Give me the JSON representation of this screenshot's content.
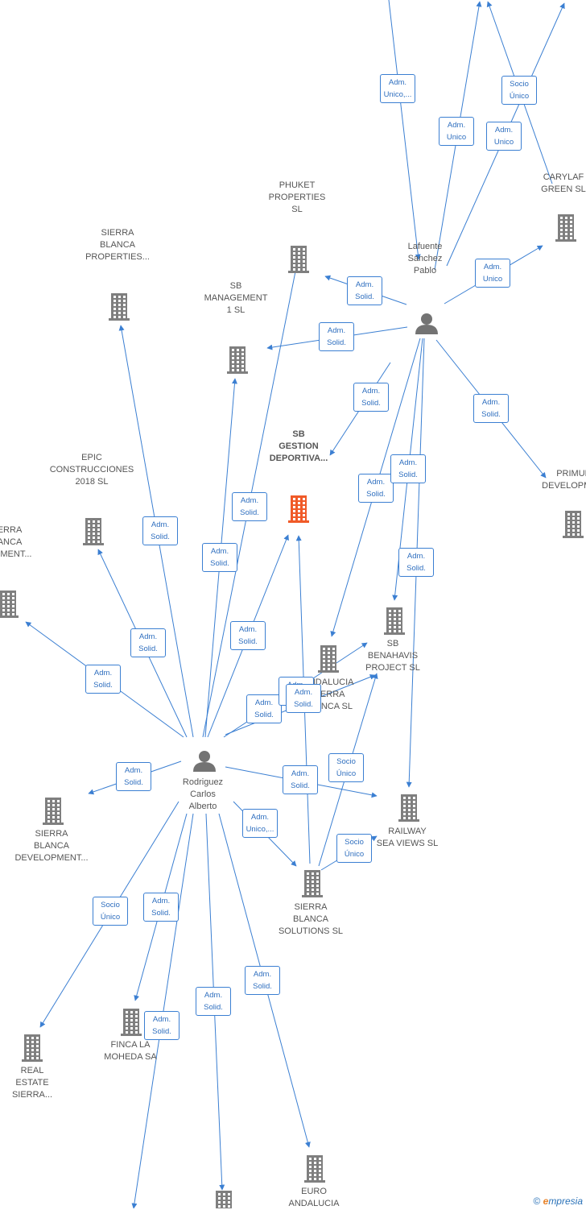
{
  "colors": {
    "edge": "#3b7fd2",
    "company": "#7f7f7f",
    "main_company": "#f05a28",
    "person": "#737373",
    "label": "#555555"
  },
  "nodes": [
    {
      "id": "sb-gestion-deportiva",
      "type": "main-company",
      "label": "SB\nGESTION\nDEPORTIVA..."
    },
    {
      "id": "lafuente-sanchez-pablo",
      "type": "person",
      "label": "Lafuente\nSanchez\nPablo"
    },
    {
      "id": "rodriguez-carlos-alberto",
      "type": "person",
      "label": "Rodriguez\nCarlos\nAlberto"
    },
    {
      "id": "phuket-properties",
      "type": "company",
      "label": "PHUKET\nPROPERTIES\nSL"
    },
    {
      "id": "sierra-blanca-properties",
      "type": "company",
      "label": "SIERRA\nBLANCA\nPROPERTIES..."
    },
    {
      "id": "sb-management-1",
      "type": "company",
      "label": "SB\nMANAGEMENT\n1 SL"
    },
    {
      "id": "carylaf-green",
      "type": "company",
      "label": "CARYLAF\nGREEN SL"
    },
    {
      "id": "primul-development",
      "type": "company",
      "label": "PRIMUL\nDEVELOPME..."
    },
    {
      "id": "epic-construcciones",
      "type": "company",
      "label": "EPIC\nCONSTRUCCIONES\n2018 SL"
    },
    {
      "id": "sierra-blanca-development-left",
      "type": "company",
      "label": "ERRA\nANCA\nOPMENT..."
    },
    {
      "id": "andalucia-sierra-blanca",
      "type": "company",
      "label": "ANDALUCIA\nSIERRA\nBLANCA SL"
    },
    {
      "id": "sb-benahavis-project",
      "type": "company",
      "label": "SB\nBENAHAVIS\nPROJECT SL"
    },
    {
      "id": "sierra-blanca-development",
      "type": "company",
      "label": "SIERRA\nBLANCA\nDEVELOPMENT..."
    },
    {
      "id": "railway-sea-views",
      "type": "company",
      "label": "RAILWAY\nSEA VIEWS SL"
    },
    {
      "id": "sierra-blanca-solutions",
      "type": "company",
      "label": "SIERRA\nBLANCA\nSOLUTIONS SL"
    },
    {
      "id": "real-estate-sierra",
      "type": "company",
      "label": "REAL\nESTATE\nSIERRA..."
    },
    {
      "id": "finca-la-moheda",
      "type": "company",
      "label": "FINCA LA\nMOHEDA SA"
    },
    {
      "id": "euro-andalucia",
      "type": "company",
      "label": "EURO\nANDALUCIA"
    },
    {
      "id": "company-bottom",
      "type": "company",
      "label": ""
    }
  ],
  "edge_labels": [
    "Adm.\nUnico,...",
    "Adm.\nUnico",
    "Socio\nÚnico",
    "Adm.\nUnico",
    "Adm.\nUnico",
    "Adm.\nSolid.",
    "Adm.\nSolid.",
    "Adm.\nSolid.",
    "Adm.\nSolid.",
    "Adm.\nSolid.",
    "Adm.\nSolid.",
    "Adm.\nSolid.",
    "Adm.\nSolid.",
    "Adm.\nSolid.",
    "Adm.\nSolid.",
    "Adm.\nSolid.",
    "Adm.\nSolid.",
    "Adm.\nSolid.",
    "Adm.\nSolid.",
    "Adm.\nSolid.",
    "Adm.\nSolid.",
    "Socio\nÚnico",
    "Adm.\nSolid.",
    "Socio\nÚnico",
    "Adm.\nSolid.",
    "Adm.\nUnico,...",
    "Socio\nÚnico",
    "Adm.\nSolid.",
    "Adm.\nSolid.",
    "Adm.\nSolid.",
    "Adm.\nSolid.",
    "Adm.\nSolid."
  ],
  "footer": {
    "copyright": "©",
    "brand_first": "e",
    "brand_rest": "mpresia"
  }
}
